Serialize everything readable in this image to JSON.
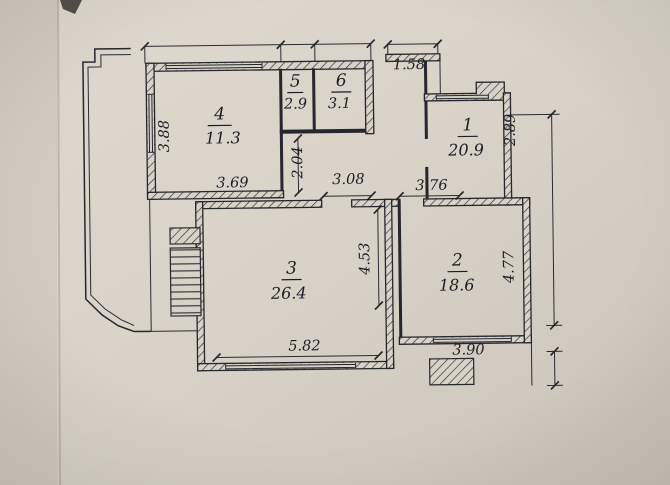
{
  "document": {
    "kind": "apartment floor plan",
    "medium": "scanned hand-drawn blueprint on beige paper",
    "ink_color": "#26262e",
    "paper_color": "#d8d2c7"
  },
  "rooms": [
    {
      "number": "1",
      "area": "20.9"
    },
    {
      "number": "2",
      "area": "18.6"
    },
    {
      "number": "3",
      "area": "26.4"
    },
    {
      "number": "4",
      "area": "11.3"
    },
    {
      "number": "5",
      "area": "2.9"
    },
    {
      "number": "6",
      "area": "3.1"
    }
  ],
  "dimensions": {
    "entry_width": "1.58",
    "room4_height": "3.88",
    "room4_width": "3.69",
    "hall_depth": "2.04",
    "hall_width": "3.08",
    "corridor_width": "3.76",
    "room1_depth": "2.89",
    "room3_depth": "4.53",
    "room3_width": "5.82",
    "room2_depth": "4.77",
    "room2_width": "3.90"
  }
}
